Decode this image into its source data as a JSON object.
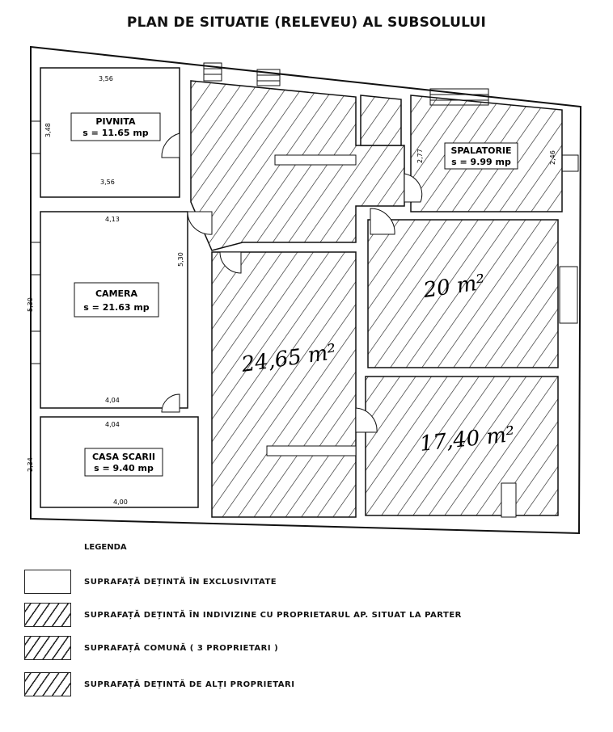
{
  "title": "PLAN DE SITUATIE (RELEVEU) AL SUBSOLULUI",
  "rooms": {
    "pivnita": {
      "name": "PIVNITA",
      "area": "s = 11.65 mp"
    },
    "camera": {
      "name": "CAMERA",
      "area": "s = 21.63 mp"
    },
    "casa_scarii": {
      "name": "CASA SCARII",
      "area": "s = 9.40 mp"
    },
    "spalatorie": {
      "name": "SPALATORIE",
      "area": "s = 9.99 mp"
    },
    "hatched_a": "24,65 m²",
    "hatched_b": "20 m²",
    "hatched_c": "17,40 m²"
  },
  "dimensions": {
    "pivnita_top": "3,56",
    "pivnita_side": "3,48",
    "pivnita_bottom": "3,56",
    "camera_top": "4,13",
    "camera_right": "5,30",
    "camera_left": "5,30",
    "camera_bottom": "4,04",
    "casa_top": "4,04",
    "casa_side": "2,34",
    "casa_bottom": "4,00",
    "spal_left": "2,77",
    "spal_right": "2,46"
  },
  "legend": {
    "title": "LEGENDA",
    "items": [
      {
        "text": "SUPRAFAȚĂ  DEȚINTĂ ÎN EXCLUSIVITATE",
        "pattern": "empty"
      },
      {
        "text": "SUPRAFAȚĂ  DEȚINTĂ ÎN INDIVIZINE CU PROPRIETARUL AP. SITUAT LA PARTER",
        "pattern": "hatch"
      },
      {
        "text": "SUPRAFAȚĂ  COMUNĂ ( 3 PROPRIETARI )",
        "pattern": "hatch"
      },
      {
        "text": "SUPRAFAȚĂ  DEȚINTĂ DE ALȚI PROPRIETARI",
        "pattern": "hatch"
      }
    ]
  }
}
